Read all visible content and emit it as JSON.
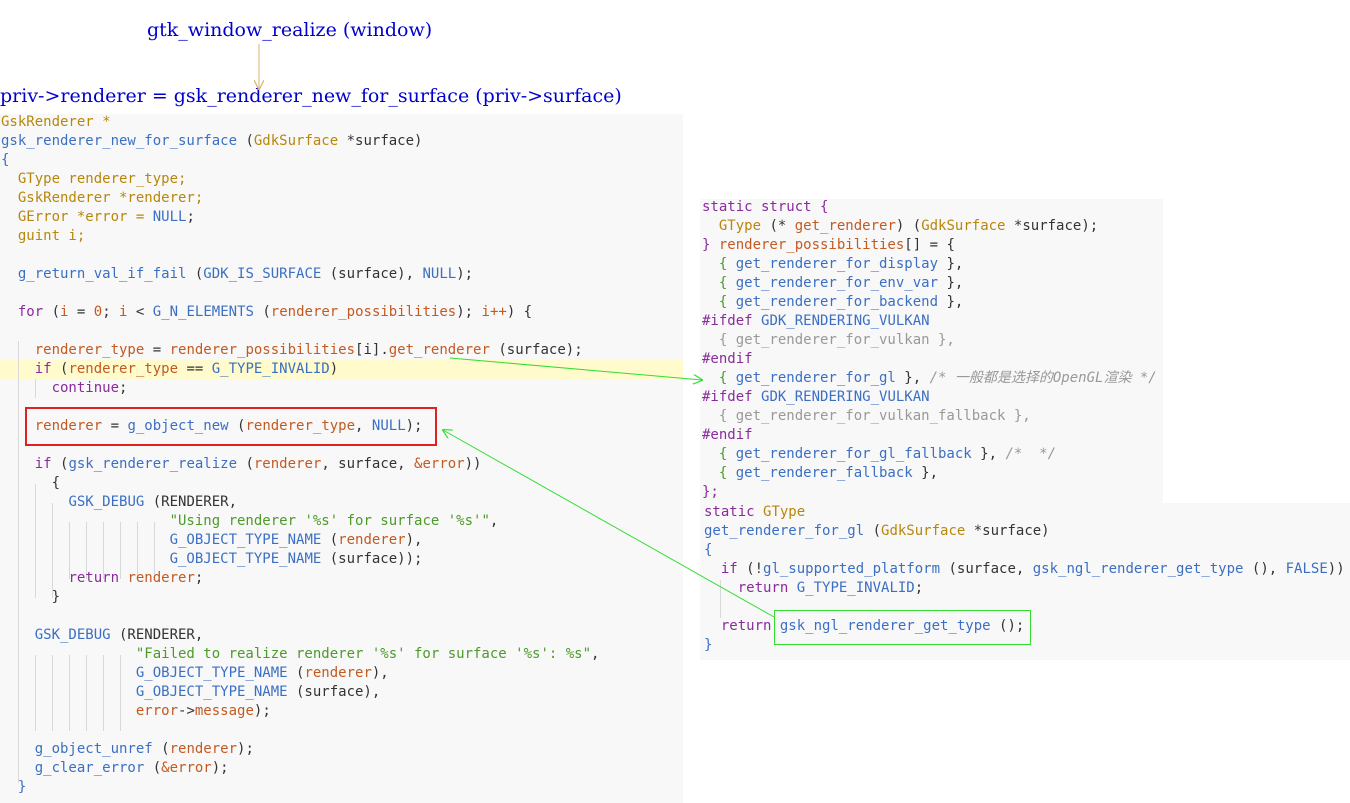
{
  "headings": {
    "realize": "gtk_window_realize (window)",
    "assign": "priv->renderer = gsk_renderer_new_for_surface (priv->surface)"
  },
  "main_function": [
    [
      {
        "t": "GskRenderer *",
        "c": "ty"
      }
    ],
    [
      {
        "t": "gsk_renderer_new_for_surface",
        "c": "fn"
      },
      {
        "t": " (",
        "c": "pr"
      },
      {
        "t": "GdkSurface",
        "c": "ty"
      },
      {
        "t": " *surface)",
        "c": "pr"
      }
    ],
    [
      {
        "t": "{",
        "c": "fn"
      }
    ],
    [
      {
        "t": "  ",
        "c": "pr"
      },
      {
        "t": "GType renderer_type;",
        "c": "ty"
      }
    ],
    [
      {
        "t": "  ",
        "c": "pr"
      },
      {
        "t": "GskRenderer *renderer;",
        "c": "ty"
      }
    ],
    [
      {
        "t": "  ",
        "c": "pr"
      },
      {
        "t": "GError *error = ",
        "c": "ty"
      },
      {
        "t": "NULL",
        "c": "mc"
      },
      {
        "t": ";",
        "c": "pr"
      }
    ],
    [
      {
        "t": "  ",
        "c": "pr"
      },
      {
        "t": "guint i;",
        "c": "ty"
      }
    ],
    [],
    [
      {
        "t": "  ",
        "c": "pr"
      },
      {
        "t": "g_return_val_if_fail",
        "c": "fn"
      },
      {
        "t": " (",
        "c": "pr"
      },
      {
        "t": "GDK_IS_SURFACE",
        "c": "fn"
      },
      {
        "t": " (surface), ",
        "c": "pr"
      },
      {
        "t": "NULL",
        "c": "mc"
      },
      {
        "t": ");",
        "c": "pr"
      }
    ],
    [],
    [
      {
        "t": "  ",
        "c": "pr"
      },
      {
        "t": "for",
        "c": "kw"
      },
      {
        "t": " (",
        "c": "pr"
      },
      {
        "t": "i",
        "c": "va"
      },
      {
        "t": " = ",
        "c": "pr"
      },
      {
        "t": "0",
        "c": "va"
      },
      {
        "t": "; ",
        "c": "pr"
      },
      {
        "t": "i",
        "c": "va"
      },
      {
        "t": " < ",
        "c": "pr"
      },
      {
        "t": "G_N_ELEMENTS",
        "c": "fn"
      },
      {
        "t": " (",
        "c": "pr"
      },
      {
        "t": "renderer_possibilities",
        "c": "va"
      },
      {
        "t": "); ",
        "c": "pr"
      },
      {
        "t": "i++",
        "c": "va"
      },
      {
        "t": ") {",
        "c": "pr"
      }
    ],
    [],
    [
      {
        "t": "    ",
        "c": "pr"
      },
      {
        "t": "renderer_type",
        "c": "va"
      },
      {
        "t": " = ",
        "c": "pr"
      },
      {
        "t": "renderer_possibilities",
        "c": "va"
      },
      {
        "t": "[i].",
        "c": "pr"
      },
      {
        "t": "get_renderer",
        "c": "va"
      },
      {
        "t": " (surface);",
        "c": "pr"
      }
    ],
    [
      {
        "t": "    ",
        "c": "pr"
      },
      {
        "t": "if",
        "c": "kw"
      },
      {
        "t": " (",
        "c": "pr"
      },
      {
        "t": "renderer_type",
        "c": "va"
      },
      {
        "t": " == ",
        "c": "pr"
      },
      {
        "t": "G_TYPE_INVALID",
        "c": "fn"
      },
      {
        "t": ")",
        "c": "pr"
      }
    ],
    [
      {
        "t": "      ",
        "c": "pr"
      },
      {
        "t": "continue",
        "c": "kw"
      },
      {
        "t": ";",
        "c": "pr"
      }
    ],
    [],
    [
      {
        "t": "    ",
        "c": "pr"
      },
      {
        "t": "renderer",
        "c": "va"
      },
      {
        "t": " = ",
        "c": "pr"
      },
      {
        "t": "g_object_new",
        "c": "fn"
      },
      {
        "t": " (",
        "c": "pr"
      },
      {
        "t": "renderer_type",
        "c": "va"
      },
      {
        "t": ", ",
        "c": "pr"
      },
      {
        "t": "NULL",
        "c": "mc"
      },
      {
        "t": ");",
        "c": "pr"
      }
    ],
    [],
    [
      {
        "t": "    ",
        "c": "pr"
      },
      {
        "t": "if",
        "c": "kw"
      },
      {
        "t": " (",
        "c": "pr"
      },
      {
        "t": "gsk_renderer_realize",
        "c": "fn"
      },
      {
        "t": " (",
        "c": "pr"
      },
      {
        "t": "renderer",
        "c": "va"
      },
      {
        "t": ", surface, ",
        "c": "pr"
      },
      {
        "t": "&error",
        "c": "va"
      },
      {
        "t": "))",
        "c": "pr"
      }
    ],
    [
      {
        "t": "      {",
        "c": "pr"
      }
    ],
    [
      {
        "t": "        ",
        "c": "pr"
      },
      {
        "t": "GSK_DEBUG",
        "c": "fn"
      },
      {
        "t": " (RENDERER,",
        "c": "pr"
      }
    ],
    [
      {
        "t": "                    ",
        "c": "pr"
      },
      {
        "t": "\"Using renderer '%s' for surface '%s'\"",
        "c": "st"
      },
      {
        "t": ",",
        "c": "pr"
      }
    ],
    [
      {
        "t": "                    ",
        "c": "pr"
      },
      {
        "t": "G_OBJECT_TYPE_NAME",
        "c": "fn"
      },
      {
        "t": " (",
        "c": "pr"
      },
      {
        "t": "renderer",
        "c": "va"
      },
      {
        "t": "),",
        "c": "pr"
      }
    ],
    [
      {
        "t": "                    ",
        "c": "pr"
      },
      {
        "t": "G_OBJECT_TYPE_NAME",
        "c": "fn"
      },
      {
        "t": " (surface));",
        "c": "pr"
      }
    ],
    [
      {
        "t": "        ",
        "c": "pr"
      },
      {
        "t": "return",
        "c": "kw"
      },
      {
        "t": " ",
        "c": "pr"
      },
      {
        "t": "renderer",
        "c": "va"
      },
      {
        "t": ";",
        "c": "pr"
      }
    ],
    [
      {
        "t": "      }",
        "c": "pr"
      }
    ],
    [],
    [
      {
        "t": "    ",
        "c": "pr"
      },
      {
        "t": "GSK_DEBUG",
        "c": "fn"
      },
      {
        "t": " (RENDERER,",
        "c": "pr"
      }
    ],
    [
      {
        "t": "                ",
        "c": "pr"
      },
      {
        "t": "\"Failed to realize renderer '%s' for surface '%s': %s\"",
        "c": "st"
      },
      {
        "t": ",",
        "c": "pr"
      }
    ],
    [
      {
        "t": "                ",
        "c": "pr"
      },
      {
        "t": "G_OBJECT_TYPE_NAME",
        "c": "fn"
      },
      {
        "t": " (",
        "c": "pr"
      },
      {
        "t": "renderer",
        "c": "va"
      },
      {
        "t": "),",
        "c": "pr"
      }
    ],
    [
      {
        "t": "                ",
        "c": "pr"
      },
      {
        "t": "G_OBJECT_TYPE_NAME",
        "c": "fn"
      },
      {
        "t": " (surface),",
        "c": "pr"
      }
    ],
    [
      {
        "t": "                ",
        "c": "pr"
      },
      {
        "t": "error",
        "c": "va"
      },
      {
        "t": "->",
        "c": "pr"
      },
      {
        "t": "message",
        "c": "va"
      },
      {
        "t": ");",
        "c": "pr"
      }
    ],
    [],
    [
      {
        "t": "    ",
        "c": "pr"
      },
      {
        "t": "g_object_unref",
        "c": "fn"
      },
      {
        "t": " (",
        "c": "pr"
      },
      {
        "t": "renderer",
        "c": "va"
      },
      {
        "t": ");",
        "c": "pr"
      }
    ],
    [
      {
        "t": "    ",
        "c": "pr"
      },
      {
        "t": "g_clear_error",
        "c": "fn"
      },
      {
        "t": " (",
        "c": "pr"
      },
      {
        "t": "&error",
        "c": "va"
      },
      {
        "t": ");",
        "c": "pr"
      }
    ],
    [
      {
        "t": "  }",
        "c": "fn"
      }
    ]
  ],
  "struct_code": [
    [
      {
        "t": "static struct {",
        "c": "kw"
      }
    ],
    [
      {
        "t": "  ",
        "c": "pr"
      },
      {
        "t": "GType",
        "c": "ty"
      },
      {
        "t": " (* ",
        "c": "pr"
      },
      {
        "t": "get_renderer",
        "c": "va"
      },
      {
        "t": ") (",
        "c": "pr"
      },
      {
        "t": "GdkSurface",
        "c": "ty"
      },
      {
        "t": " *surface);",
        "c": "pr"
      }
    ],
    [
      {
        "t": "} ",
        "c": "kw"
      },
      {
        "t": "renderer_possibilities",
        "c": "va"
      },
      {
        "t": "[] = {",
        "c": "pr"
      }
    ],
    [
      {
        "t": "  { ",
        "c": "st"
      },
      {
        "t": "get_renderer_for_display",
        "c": "fn"
      },
      {
        "t": " },",
        "c": "pr"
      }
    ],
    [
      {
        "t": "  { ",
        "c": "st"
      },
      {
        "t": "get_renderer_for_env_var",
        "c": "fn"
      },
      {
        "t": " },",
        "c": "pr"
      }
    ],
    [
      {
        "t": "  { ",
        "c": "st"
      },
      {
        "t": "get_renderer_for_backend",
        "c": "fn"
      },
      {
        "t": " },",
        "c": "pr"
      }
    ],
    [
      {
        "t": "#ifdef",
        "c": "kw"
      },
      {
        "t": " ",
        "c": "pr"
      },
      {
        "t": "GDK_RENDERING_VULKAN",
        "c": "fn"
      }
    ],
    [
      {
        "t": "  { get_renderer_for_vulkan },",
        "c": "dim"
      }
    ],
    [
      {
        "t": "#endif",
        "c": "kw"
      }
    ],
    [
      {
        "t": "  { ",
        "c": "st"
      },
      {
        "t": "get_renderer_for_gl",
        "c": "fn"
      },
      {
        "t": " }, ",
        "c": "pr"
      },
      {
        "t": "/* 一般都是选择的OpenGL渲染 */",
        "c": "cm"
      }
    ],
    [
      {
        "t": "#ifdef",
        "c": "kw"
      },
      {
        "t": " ",
        "c": "pr"
      },
      {
        "t": "GDK_RENDERING_VULKAN",
        "c": "fn"
      }
    ],
    [
      {
        "t": "  { get_renderer_for_vulkan_fallback },",
        "c": "dim"
      }
    ],
    [
      {
        "t": "#endif",
        "c": "kw"
      }
    ],
    [
      {
        "t": "  { ",
        "c": "st"
      },
      {
        "t": "get_renderer_for_gl_fallback",
        "c": "fn"
      },
      {
        "t": " }, ",
        "c": "pr"
      },
      {
        "t": "/*  */",
        "c": "cm"
      }
    ],
    [
      {
        "t": "  { ",
        "c": "st"
      },
      {
        "t": "get_renderer_fallback",
        "c": "fn"
      },
      {
        "t": " },",
        "c": "pr"
      }
    ],
    [
      {
        "t": "};",
        "c": "kw"
      }
    ]
  ],
  "gl_code": [
    [
      {
        "t": "static ",
        "c": "kw"
      },
      {
        "t": "GType",
        "c": "ty"
      }
    ],
    [
      {
        "t": "get_renderer_for_gl",
        "c": "fn"
      },
      {
        "t": " (",
        "c": "pr"
      },
      {
        "t": "GdkSurface",
        "c": "ty"
      },
      {
        "t": " *surface)",
        "c": "pr"
      }
    ],
    [
      {
        "t": "{",
        "c": "fn"
      }
    ],
    [
      {
        "t": "  ",
        "c": "pr"
      },
      {
        "t": "if",
        "c": "kw"
      },
      {
        "t": " (!",
        "c": "pr"
      },
      {
        "t": "gl_supported_platform",
        "c": "fn"
      },
      {
        "t": " (surface, ",
        "c": "pr"
      },
      {
        "t": "gsk_ngl_renderer_get_type",
        "c": "fn"
      },
      {
        "t": " (), ",
        "c": "pr"
      },
      {
        "t": "FALSE",
        "c": "mc"
      },
      {
        "t": "))",
        "c": "pr"
      }
    ],
    [
      {
        "t": "    ",
        "c": "pr"
      },
      {
        "t": "return",
        "c": "kw"
      },
      {
        "t": " ",
        "c": "pr"
      },
      {
        "t": "G_TYPE_INVALID",
        "c": "fn"
      },
      {
        "t": ";",
        "c": "pr"
      }
    ],
    [],
    [
      {
        "t": "  ",
        "c": "pr"
      },
      {
        "t": "return",
        "c": "kw"
      },
      {
        "t": " ",
        "c": "pr"
      },
      {
        "t": "gsk_ngl_renderer_get_type",
        "c": "fn"
      },
      {
        "t": " ();",
        "c": "pr"
      }
    ],
    [
      {
        "t": "}",
        "c": "fn"
      }
    ]
  ],
  "colors": {
    "heading": "#0000cc",
    "highlight": "#fffbcc",
    "arrow_green": "#33dd33",
    "box_red": "#dd2222",
    "arrow_tan": "#d9b36b"
  }
}
